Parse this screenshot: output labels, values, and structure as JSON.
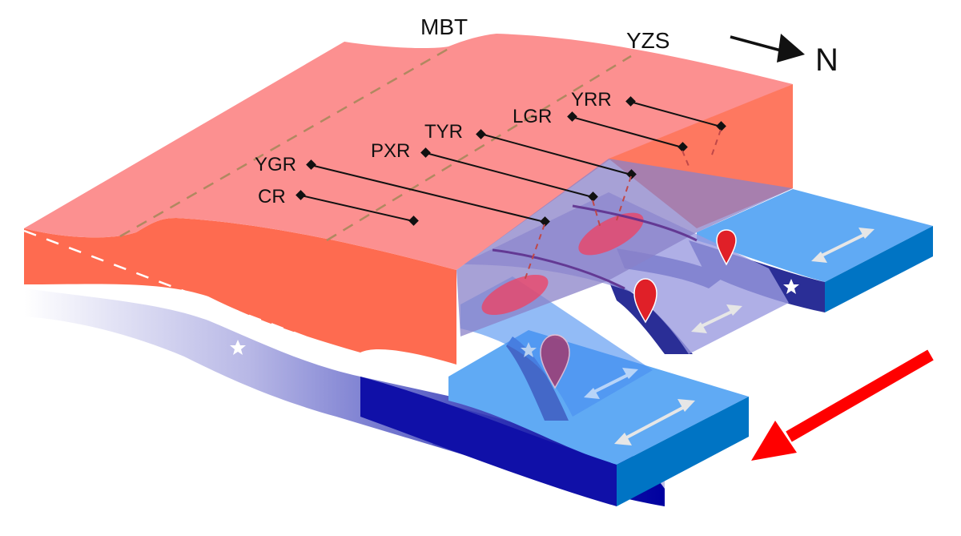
{
  "figure": {
    "fault_labels": {
      "mbt": "MBT",
      "yzs": "YZS"
    },
    "north_label": "N",
    "rift_labels": [
      {
        "id": "cr",
        "text": "CR"
      },
      {
        "id": "ygr",
        "text": "YGR"
      },
      {
        "id": "pxr",
        "text": "PXR"
      },
      {
        "id": "tyr",
        "text": "TYR"
      },
      {
        "id": "lgr",
        "text": "LGR"
      },
      {
        "id": "yrr",
        "text": "YRR"
      }
    ],
    "colors": {
      "upper_plate_top": "#fc9090",
      "upper_plate_side": "#fe6b50",
      "upper_plate_back": "#fe7860",
      "slab_top": "#60aaf4",
      "slab_side": "#0074c4",
      "slab_front_dark": "#0000a0",
      "slab_dark_band": "#2a2e96",
      "slab_transparent": "#9b9be0",
      "melt_ellipse": "#f04060",
      "volcano_marker": "#e02028",
      "convergence_arrow": "#ff0000",
      "extension_arrow": "#e6e6e6",
      "fault_dash": "#b08860"
    },
    "icons": [
      "north-arrow-icon",
      "convergence-arrow-icon",
      "extension-arrow-icon",
      "star-icon",
      "volcano-marker-icon"
    ]
  }
}
